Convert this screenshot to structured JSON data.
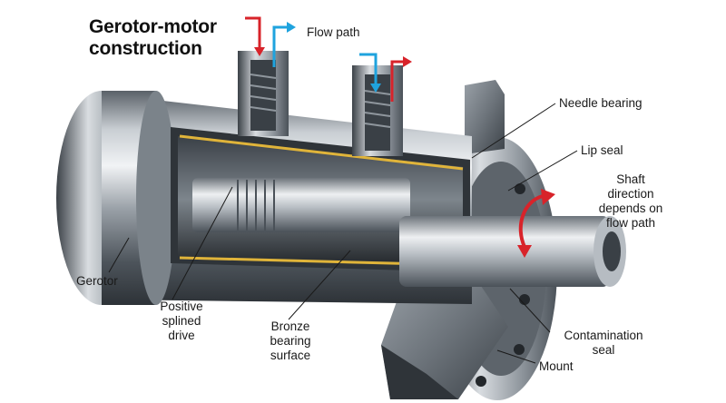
{
  "title": {
    "line1": "Gerotor-motor",
    "line2": "construction"
  },
  "labels": {
    "flow_path": "Flow path",
    "needle_bearing": "Needle bearing",
    "lip_seal": "Lip seal",
    "shaft_direction": [
      "Shaft",
      "direction",
      "depends on",
      "flow path"
    ],
    "gerotor": "Gerotor",
    "positive_splined_drive": [
      "Positive",
      "splined",
      "drive"
    ],
    "bronze_bearing_surface": [
      "Bronze",
      "bearing",
      "surface"
    ],
    "contamination_seal": [
      "Contamination",
      "seal"
    ],
    "mount": "Mount"
  },
  "colors": {
    "flow_red": "#d8232a",
    "flow_blue": "#1fa3de",
    "bronze": "#e0b43a",
    "leader": "#1a1a1a"
  }
}
